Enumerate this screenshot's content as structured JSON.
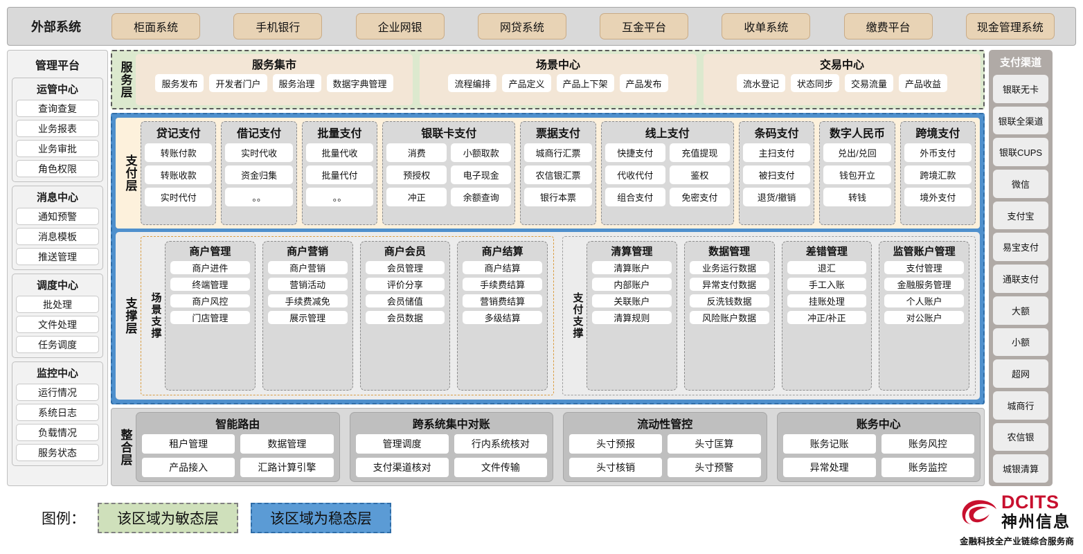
{
  "external_bar": {
    "title": "外部系统",
    "items": [
      "柜面系统",
      "手机银行",
      "企业网银",
      "网贷系统",
      "互金平台",
      "收单系统",
      "缴费平台",
      "现金管理系统"
    ]
  },
  "management_platform": {
    "title": "管理平台",
    "groups": [
      {
        "title": "运管中心",
        "items": [
          "查询查复",
          "业务报表",
          "业务审批",
          "角色权限"
        ]
      },
      {
        "title": "消息中心",
        "items": [
          "通知预警",
          "消息模板",
          "推送管理"
        ]
      },
      {
        "title": "调度中心",
        "items": [
          "批处理",
          "文件处理",
          "任务调度"
        ]
      },
      {
        "title": "监控中心",
        "items": [
          "运行情况",
          "系统日志",
          "负载情况",
          "服务状态"
        ]
      }
    ]
  },
  "service_layer": {
    "label": "服务层",
    "groups": [
      {
        "title": "服务集市",
        "items": [
          "服务发布",
          "开发者门户",
          "服务治理",
          "数据字典管理"
        ]
      },
      {
        "title": "场景中心",
        "items": [
          "流程编排",
          "产品定义",
          "产品上下架",
          "产品发布"
        ]
      },
      {
        "title": "交易中心",
        "items": [
          "流水登记",
          "状态同步",
          "交易流量",
          "产品收益"
        ]
      }
    ]
  },
  "payment_layer": {
    "label": "支付层",
    "groups": [
      {
        "title": "贷记支付",
        "cols": 1,
        "rows": [
          [
            "转账付款"
          ],
          [
            "转账收款"
          ],
          [
            "实时代付"
          ]
        ]
      },
      {
        "title": "借记支付",
        "cols": 1,
        "rows": [
          [
            "实时代收"
          ],
          [
            "资金归集"
          ],
          [
            "。。"
          ]
        ]
      },
      {
        "title": "批量支付",
        "cols": 1,
        "rows": [
          [
            "批量代收"
          ],
          [
            "批量代付"
          ],
          [
            "。。"
          ]
        ]
      },
      {
        "title": "银联卡支付",
        "cols": 2,
        "rows": [
          [
            "消费",
            "小额取款"
          ],
          [
            "预授权",
            "电子现金"
          ],
          [
            "冲正",
            "余额查询"
          ]
        ]
      },
      {
        "title": "票据支付",
        "cols": 1,
        "rows": [
          [
            "城商行汇票"
          ],
          [
            "农信银汇票"
          ],
          [
            "银行本票"
          ]
        ]
      },
      {
        "title": "线上支付",
        "cols": 2,
        "rows": [
          [
            "快捷支付",
            "充值提现"
          ],
          [
            "代收代付",
            "鉴权"
          ],
          [
            "组合支付",
            "免密支付"
          ]
        ]
      },
      {
        "title": "条码支付",
        "cols": 1,
        "rows": [
          [
            "主扫支付"
          ],
          [
            "被扫支付"
          ],
          [
            "退货/撤销"
          ]
        ]
      },
      {
        "title": "数字人民币",
        "cols": 1,
        "rows": [
          [
            "兑出/兑回"
          ],
          [
            "钱包开立"
          ],
          [
            "转钱"
          ]
        ]
      },
      {
        "title": "跨境支付",
        "cols": 1,
        "rows": [
          [
            "外币支付"
          ],
          [
            "跨境汇款"
          ],
          [
            "境外支付"
          ]
        ]
      }
    ]
  },
  "support_layer": {
    "label": "支撑层",
    "panels": [
      {
        "label": "场景支撑",
        "style": "scene",
        "columns": [
          {
            "title": "商户管理",
            "items": [
              "商户进件",
              "终端管理",
              "商户风控",
              "门店管理"
            ]
          },
          {
            "title": "商户营销",
            "items": [
              "商户营销",
              "营销活动",
              "手续费减免",
              "展示管理"
            ]
          },
          {
            "title": "商户会员",
            "items": [
              "会员管理",
              "评价分享",
              "会员储值",
              "会员数据"
            ]
          },
          {
            "title": "商户结算",
            "items": [
              "商户结算",
              "手续费结算",
              "营销费结算",
              "多级结算"
            ]
          }
        ]
      },
      {
        "label": "支付支撑",
        "style": "paysup",
        "columns": [
          {
            "title": "清算管理",
            "items": [
              "清算账户",
              "内部账户",
              "关联账户",
              "清算规则"
            ]
          },
          {
            "title": "数据管理",
            "items": [
              "业务运行数据",
              "异常支付数据",
              "反洗钱数据",
              "风险账户数据"
            ]
          },
          {
            "title": "差错管理",
            "items": [
              "退汇",
              "手工入账",
              "挂账处理",
              "冲正/补正"
            ]
          },
          {
            "title": "监管账户管理",
            "items": [
              "支付管理",
              "金融服务管理",
              "个人账户",
              "对公账户"
            ]
          }
        ]
      }
    ]
  },
  "integration_layer": {
    "label": "整合层",
    "groups": [
      {
        "title": "智能路由",
        "rows": [
          [
            "租户管理",
            "数据管理"
          ],
          [
            "产品接入",
            "汇路计算引擎"
          ]
        ]
      },
      {
        "title": "跨系统集中对账",
        "rows": [
          [
            "管理调度",
            "行内系统核对"
          ],
          [
            "支付渠道核对",
            "文件传输"
          ]
        ]
      },
      {
        "title": "流动性管控",
        "rows": [
          [
            "头寸预报",
            "头寸匡算"
          ],
          [
            "头寸核销",
            "头寸预警"
          ]
        ]
      },
      {
        "title": "账务中心",
        "rows": [
          [
            "账务记账",
            "账务风控"
          ],
          [
            "异常处理",
            "账务监控"
          ]
        ]
      }
    ]
  },
  "payment_channels": {
    "title": "支付渠道",
    "items": [
      "银联无卡",
      "银联全渠道",
      "银联CUPS",
      "微信",
      "支付宝",
      "易宝支付",
      "通联支付",
      "大额",
      "小额",
      "超网",
      "城商行",
      "农信银",
      "城银清算"
    ]
  },
  "legend": {
    "label": "图例：",
    "agile": "该区域为敏态层",
    "stable": "该区域为稳态层",
    "agile_color": "#cfe0bb",
    "stable_color": "#5b9bd5"
  },
  "logo": {
    "en": "DCITS",
    "cn": "神州信息",
    "tagline": "金融科技全产业链综合服务商",
    "brand_color": "#c8102e"
  }
}
